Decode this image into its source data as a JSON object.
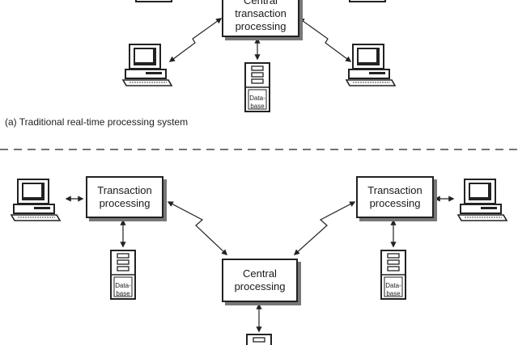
{
  "top": {
    "central_box": {
      "line1": "Central",
      "line2": "transaction",
      "line3": "processing"
    },
    "database_label": {
      "line1": "Data-",
      "line2": "base"
    },
    "caption": "(a) Traditional real-time processing system"
  },
  "bottom": {
    "left_box": {
      "line1": "Transaction",
      "line2": "processing"
    },
    "right_box": {
      "line1": "Transaction",
      "line2": "processing"
    },
    "central_box": {
      "line1": "Central",
      "line2": "processing"
    },
    "left_database_label": {
      "line1": "Data-",
      "line2": "base"
    },
    "right_database_label": {
      "line1": "Data-",
      "line2": "base"
    }
  },
  "icons": [
    "computer-terminal-icon",
    "database-server-icon",
    "lightning-link-icon",
    "double-arrow-icon"
  ]
}
